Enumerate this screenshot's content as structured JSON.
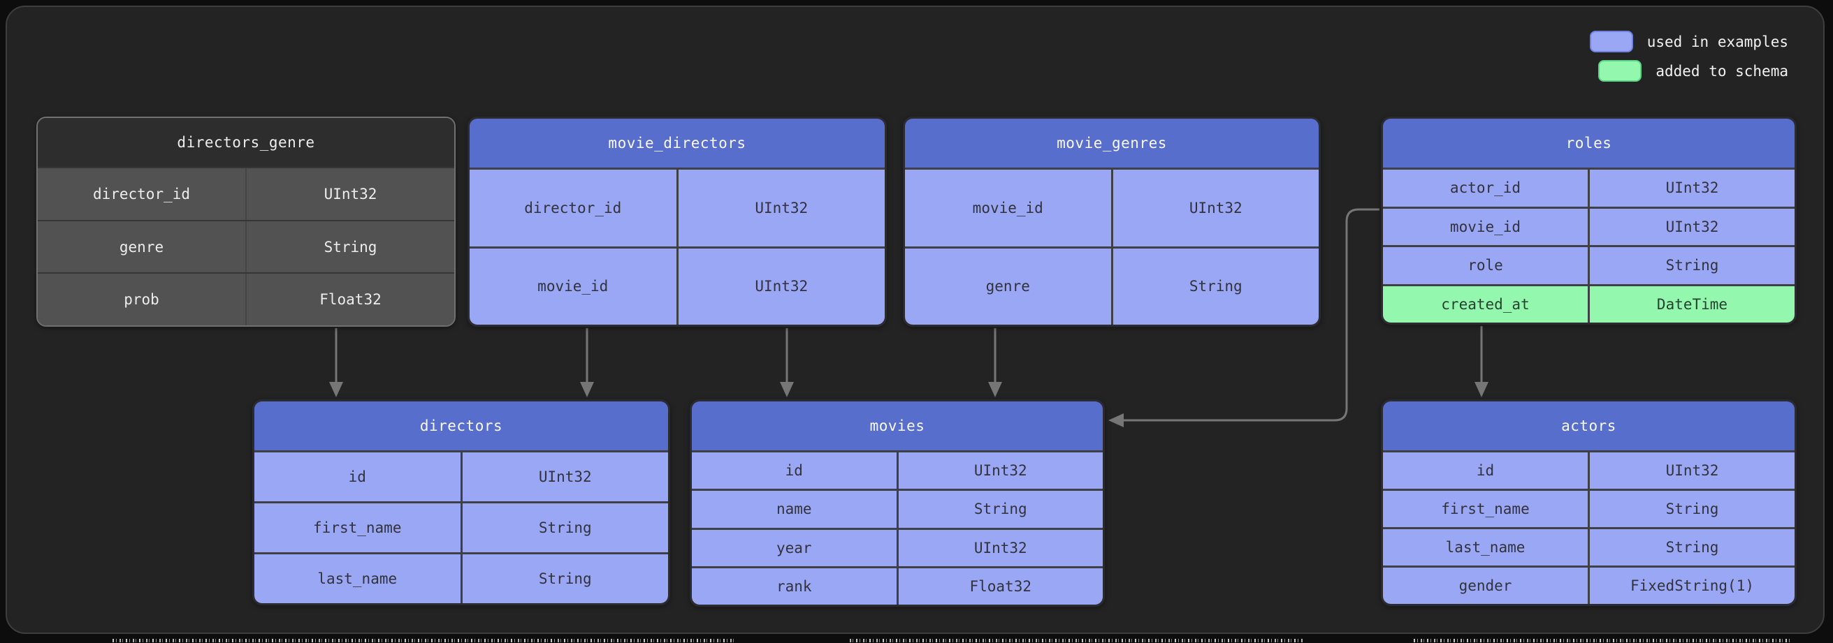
{
  "legend": {
    "items": [
      {
        "label": "used in examples",
        "color": "#9AA7F5"
      },
      {
        "label": "added to schema",
        "color": "#93F8AE"
      }
    ]
  },
  "tables": [
    {
      "name": "directors_genre",
      "style": "gray",
      "rows": [
        {
          "field": "director_id",
          "type": "UInt32"
        },
        {
          "field": "genre",
          "type": "String"
        },
        {
          "field": "prob",
          "type": "Float32"
        }
      ]
    },
    {
      "name": "movie_directors",
      "style": "blue",
      "rows": [
        {
          "field": "director_id",
          "type": "UInt32"
        },
        {
          "field": "movie_id",
          "type": "UInt32"
        }
      ]
    },
    {
      "name": "movie_genres",
      "style": "blue",
      "rows": [
        {
          "field": "movie_id",
          "type": "UInt32"
        },
        {
          "field": "genre",
          "type": "String"
        }
      ]
    },
    {
      "name": "roles",
      "style": "blue",
      "rows": [
        {
          "field": "actor_id",
          "type": "UInt32"
        },
        {
          "field": "movie_id",
          "type": "UInt32"
        },
        {
          "field": "role",
          "type": "String"
        },
        {
          "field": "created_at",
          "type": "DateTime",
          "highlight": "added_to_schema"
        }
      ]
    },
    {
      "name": "directors",
      "style": "blue",
      "rows": [
        {
          "field": "id",
          "type": "UInt32"
        },
        {
          "field": "first_name",
          "type": "String"
        },
        {
          "field": "last_name",
          "type": "String"
        }
      ]
    },
    {
      "name": "movies",
      "style": "blue",
      "rows": [
        {
          "field": "id",
          "type": "UInt32"
        },
        {
          "field": "name",
          "type": "String"
        },
        {
          "field": "year",
          "type": "UInt32"
        },
        {
          "field": "rank",
          "type": "Float32"
        }
      ]
    },
    {
      "name": "actors",
      "style": "blue",
      "rows": [
        {
          "field": "id",
          "type": "UInt32"
        },
        {
          "field": "first_name",
          "type": "String"
        },
        {
          "field": "last_name",
          "type": "String"
        },
        {
          "field": "gender",
          "type": "FixedString(1)"
        }
      ]
    }
  ],
  "connections": [
    {
      "from": "directors_genre",
      "to": "directors"
    },
    {
      "from": "movie_directors",
      "to": "directors"
    },
    {
      "from": "movie_directors",
      "to": "movies"
    },
    {
      "from": "movie_genres",
      "to": "movies"
    },
    {
      "from": "roles",
      "to": "movies"
    },
    {
      "from": "roles",
      "to": "actors"
    }
  ],
  "colors": {
    "used_in_examples": "#9AA7F5",
    "added_to_schema": "#93F8AE",
    "table_header_blue": "#586ECD",
    "neutral_table": "#525252"
  }
}
